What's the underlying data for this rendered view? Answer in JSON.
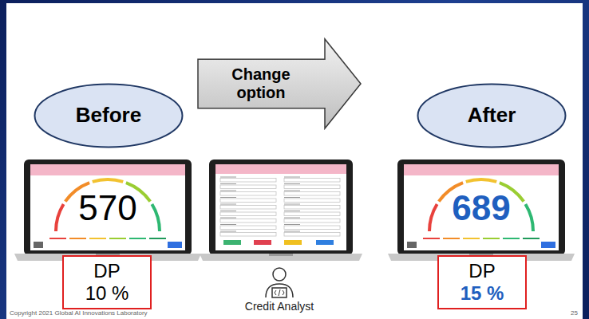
{
  "diagram": {
    "nodes": [
      {
        "text": [
          "Before"
        ]
      },
      {
        "text": [
          "Change option"
        ]
      },
      {
        "text": [
          "After"
        ]
      },
      {
        "text": [
          "570"
        ]
      },
      {
        "text": [
          "689"
        ]
      },
      {
        "text": [
          "DP",
          "10 %"
        ]
      },
      {
        "text": [
          "DP",
          "15 %"
        ]
      }
    ],
    "labels": [
      "Credit Analyst",
      "Copyright 2021 Global AI Innovations Laboratory",
      "25"
    ]
  }
}
